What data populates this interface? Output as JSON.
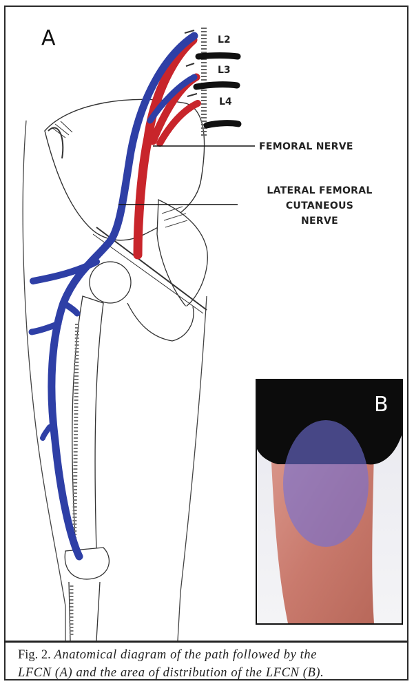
{
  "panels": {
    "a": "A",
    "b": "B"
  },
  "vertebrae": [
    "L2",
    "L3",
    "L4"
  ],
  "labels": {
    "femoral": "FEMORAL NERVE",
    "lfcn_line1": "LATERAL FEMORAL",
    "lfcn_line2": "CUTANEOUS",
    "lfcn_line3": "NERVE"
  },
  "caption": {
    "fig": "Fig. 2.",
    "line1": "Anatomical diagram of the path followed by the",
    "line2": "LFCN (A) and the area of distribution of the LFCN (B)."
  },
  "colors": {
    "nerve_lfcn": "#2e3fa6",
    "nerve_femoral": "#c8252b",
    "overlay": "#6f6fd8"
  }
}
